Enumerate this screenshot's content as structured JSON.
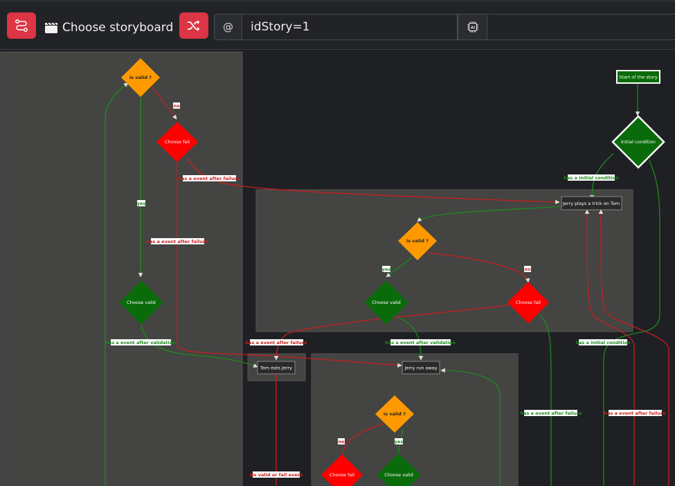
{
  "toolbar": {
    "storyboard_icon": "clapper-icon",
    "storyboard_label": "Choose storyboard",
    "at_symbol": "@",
    "story_query": "idStory=1",
    "ai_icon": "ai-chip-icon",
    "ai_query": ""
  },
  "colors": {
    "valid": "#0a6b0a",
    "fail": "#ff0000",
    "question": "#ff9900",
    "edge_valid": "#1f8a1f",
    "edge_fail": "#c81e1e"
  },
  "nodes": {
    "start": "Start of the story",
    "initial": "Initial condition",
    "jerry_trick": "Jerry plays a trick on Tom",
    "tom_eats": "Tom eats Jerry",
    "jerry_run": "Jerry run away",
    "is_valid": "is valid ?",
    "choose_fail": "Choose fail",
    "choose_valid": "Choose valid"
  },
  "edges": {
    "yes": "yes",
    "no": "no",
    "has_initial": "has a initial condition",
    "after_failure": "has a event after failure",
    "after_validation": "has a event after validation",
    "no_valid_or_fail": "No valid or fail event"
  }
}
